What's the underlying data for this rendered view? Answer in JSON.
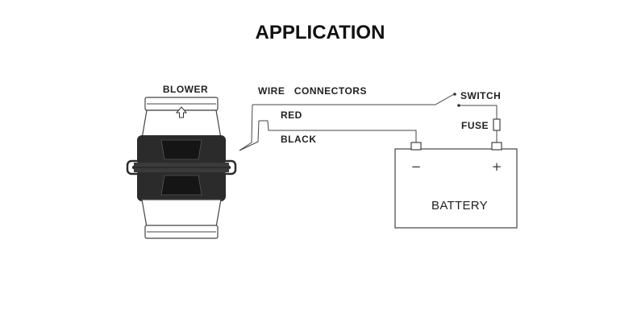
{
  "title": "APPLICATION",
  "labels": {
    "blower": "BLOWER",
    "wire_connectors": "WIRE   CONNECTORS",
    "red": "RED",
    "black": "BLACK",
    "switch": "SWITCH",
    "fuse": "FUSE",
    "battery": "BATTERY"
  },
  "terminals": {
    "negative": "−",
    "positive": "+"
  },
  "colors": {
    "line": "#444444",
    "blower_body": "#2b2b2b",
    "blower_window": "#1a1a1a"
  },
  "icons": {
    "airflow": "up-arrow-icon"
  }
}
